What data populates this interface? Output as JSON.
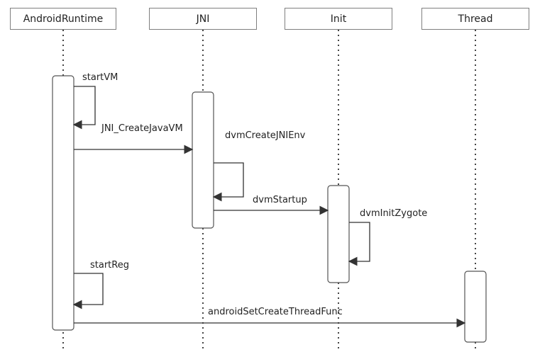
{
  "actors": [
    {
      "name": "AndroidRuntime"
    },
    {
      "name": "JNI"
    },
    {
      "name": "Init"
    },
    {
      "name": "Thread"
    }
  ],
  "messages": [
    {
      "label": "startVM"
    },
    {
      "label": "JNI_CreateJavaVM"
    },
    {
      "label": "dvmCreateJNIEnv"
    },
    {
      "label": "dvmStartup"
    },
    {
      "label": "dvmInitZygote"
    },
    {
      "label": "startReg"
    },
    {
      "label": "androidSetCreateThreadFunc"
    }
  ],
  "colors": {
    "line": "#333333",
    "box_border": "#7f7f7f",
    "lifeline": "#444444"
  }
}
